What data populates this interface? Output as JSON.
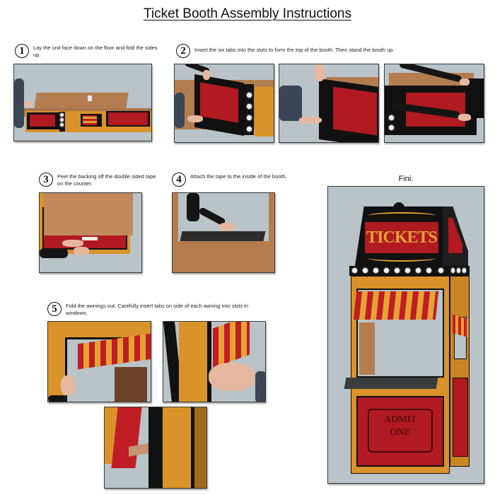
{
  "title": "Ticket Booth Assembly Instructions",
  "steps": [
    {
      "number": "1",
      "text": "Lay the unit face down on the floor and fold the sides up."
    },
    {
      "number": "2",
      "text": "Insert the six tabs into the slots to form the top of the booth. Then stand the booth up."
    },
    {
      "number": "3",
      "text": "Peel the backing off the double sided tape on the counter."
    },
    {
      "number": "4",
      "text": "Attach the tape to the inside of the booth."
    },
    {
      "number": "5",
      "text": "Fold the awnings out. Carefully insert tabs on side of each awning into slots in windows."
    }
  ],
  "final": {
    "label": "Fini.",
    "sign_text": "TICKETS",
    "ticket_text_line1": "ADMIT",
    "ticket_text_line2": "ONE"
  },
  "colors": {
    "backdrop": "#b9c3c8",
    "cardboard": "#b47d50",
    "booth_red": "#b01a20",
    "booth_orange": "#d9932a",
    "booth_black": "#111111"
  }
}
